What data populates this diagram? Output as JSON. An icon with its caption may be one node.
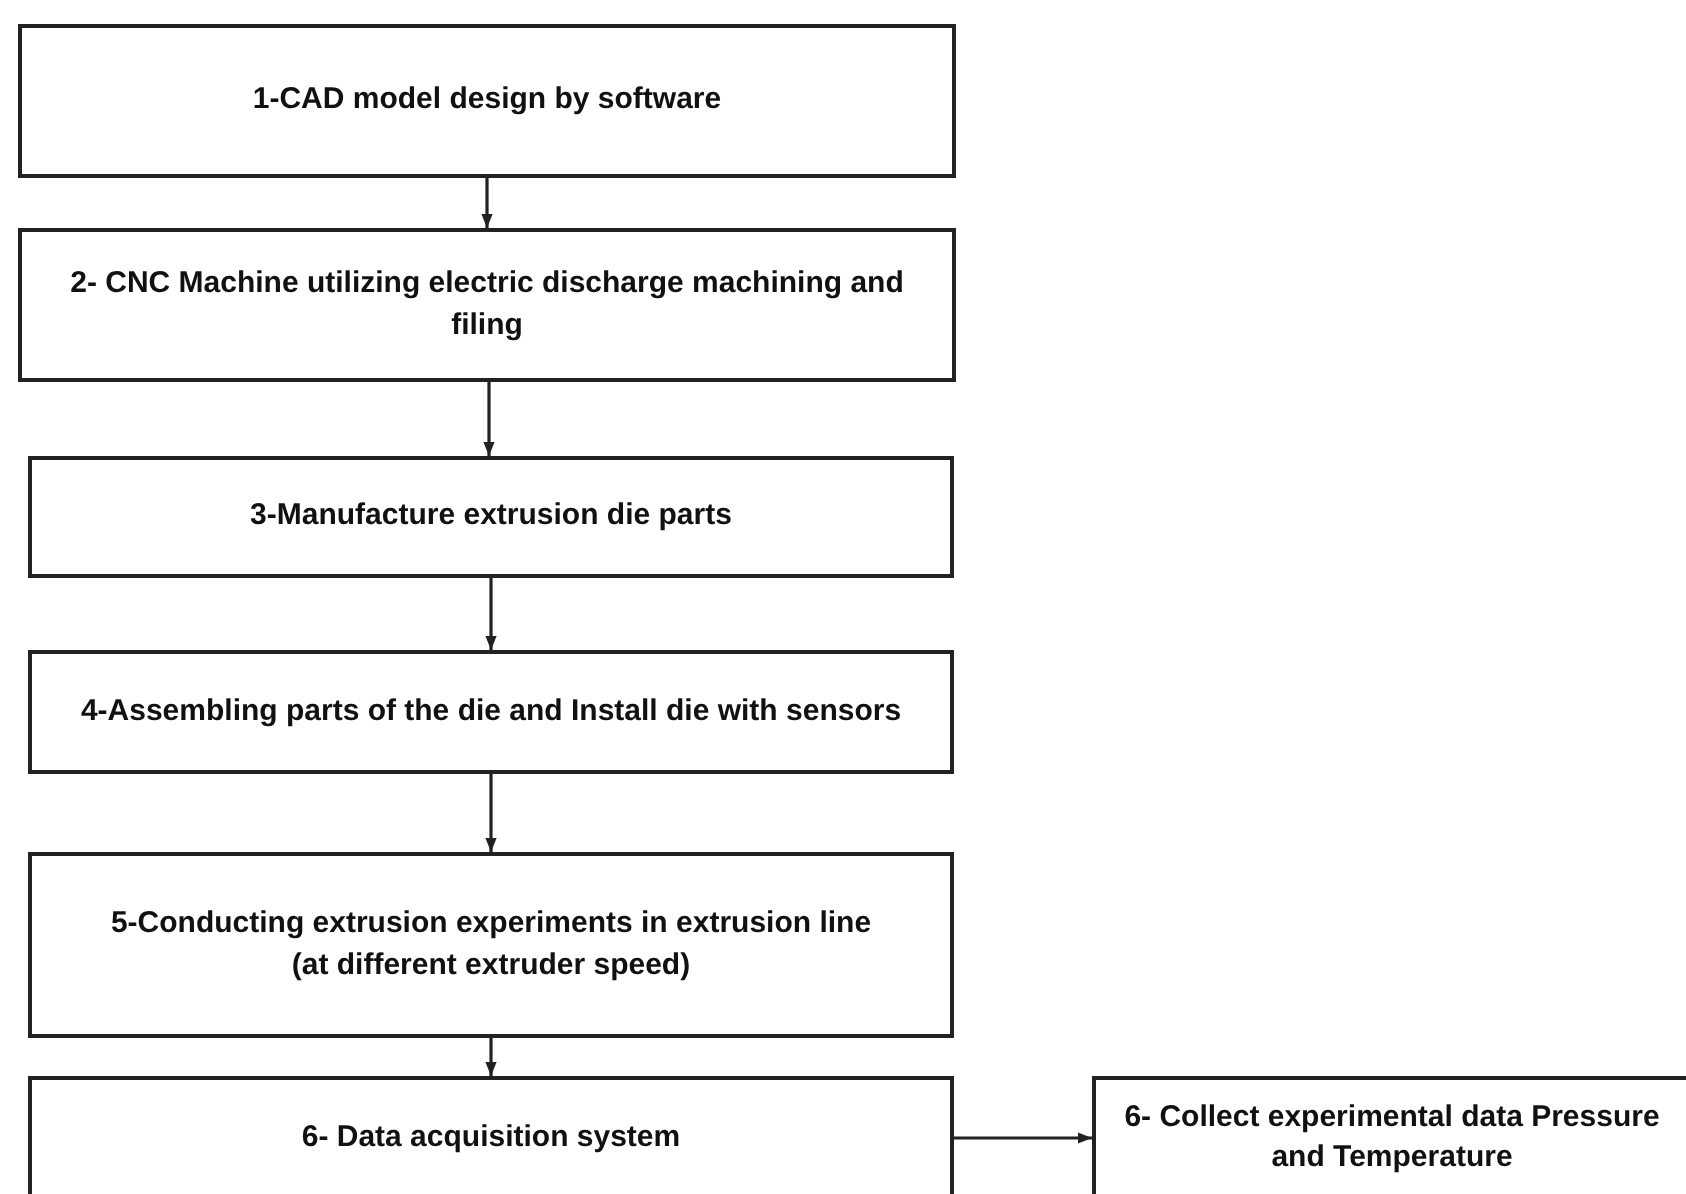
{
  "diagram": {
    "nodes": [
      {
        "text": [
          "1-CAD model design by software"
        ]
      },
      {
        "text": [
          "2- CNC Machine utilizing electric discharge machining and filing"
        ]
      },
      {
        "text": [
          "3-Manufacture extrusion die parts"
        ]
      },
      {
        "text": [
          "4-Assembling parts of the die and Install die with sensors"
        ]
      },
      {
        "text": [
          "5-Conducting extrusion experiments in extrusion line",
          "(at different extruder speed)"
        ]
      },
      {
        "text": [
          "6- Data acquisition system"
        ]
      },
      {
        "text": [
          "6- Collect experimental data Pressure and Temperature"
        ]
      }
    ],
    "edges": [
      {
        "from": 0,
        "to": 1,
        "arrow": "to"
      },
      {
        "from": 1,
        "to": 2,
        "arrow": "to"
      },
      {
        "from": 2,
        "to": 3,
        "arrow": "to"
      },
      {
        "from": 3,
        "to": 4,
        "arrow": "to"
      },
      {
        "from": 4,
        "to": 5,
        "arrow": "to"
      },
      {
        "from": 5,
        "to": 6,
        "arrow": "to"
      }
    ]
  }
}
